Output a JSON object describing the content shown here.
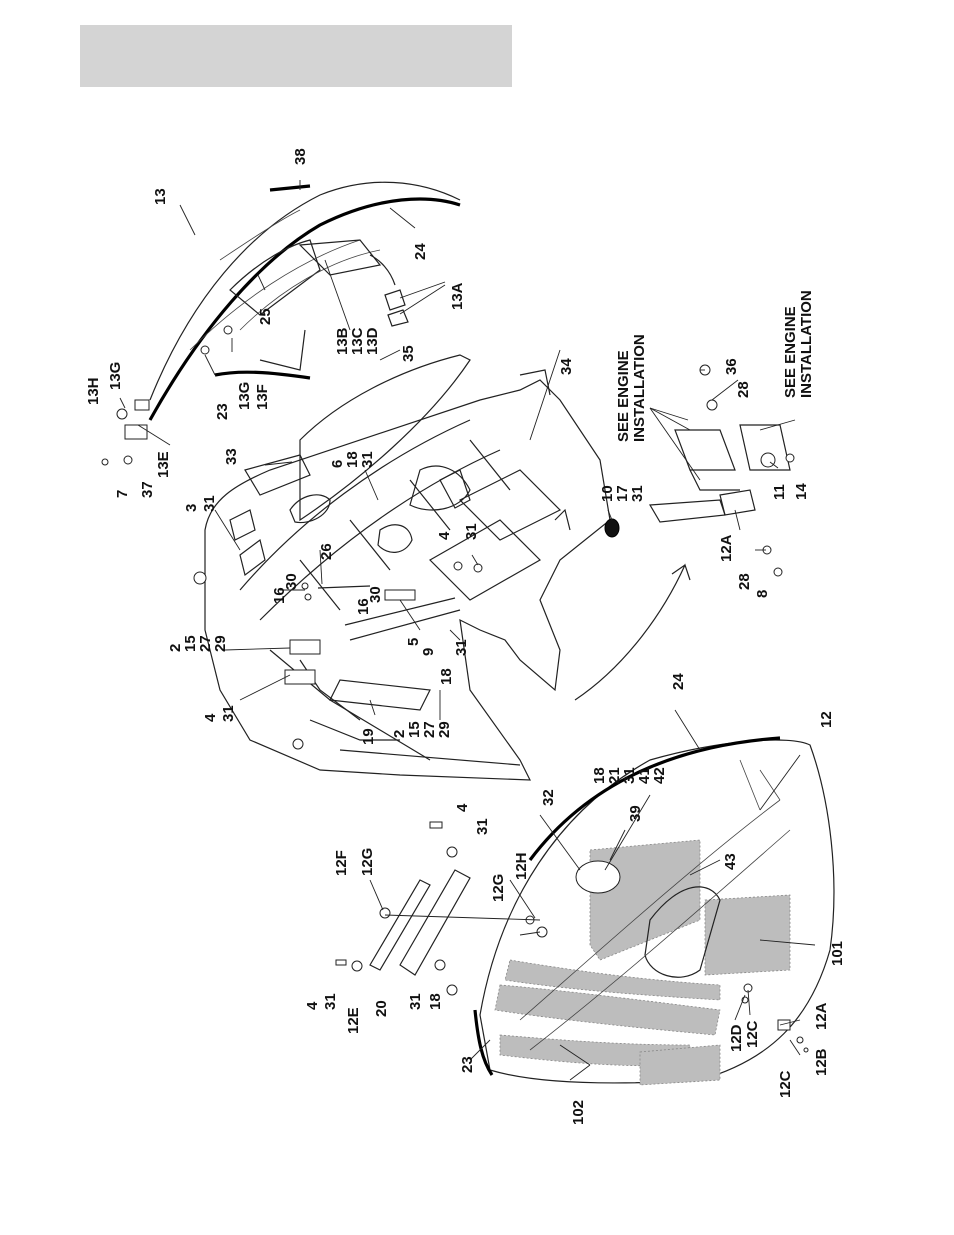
{
  "labels": {
    "l_13": "13",
    "l_38": "38",
    "l_24_top": "24",
    "l_13a": "13A",
    "l_13b": "13B",
    "l_13c": "13C",
    "l_13d": "13D",
    "l_25": "25",
    "l_13h": "13H",
    "l_13g_a": "13G",
    "l_13e": "13E",
    "l_7": "7",
    "l_37": "37",
    "l_23_top": "23",
    "l_13g_b": "13G",
    "l_13f": "13F",
    "l_35": "35",
    "l_34": "34",
    "l_33": "33",
    "l_6": "6",
    "l_18_a": "18",
    "l_31_a": "31",
    "l_3": "3",
    "l_31_b": "31",
    "l_4_a": "4",
    "l_31_c": "31",
    "l_26": "26",
    "l_16_a": "16",
    "l_30_a": "30",
    "l_16_b": "16",
    "l_30_b": "30",
    "l_5": "5",
    "l_9": "9",
    "l_31_d": "31",
    "l_18_b": "18",
    "l_2_a": "2",
    "l_15_a": "15",
    "l_27_a": "27",
    "l_29_a": "29",
    "l_4_b": "4",
    "l_31_e": "31",
    "l_19": "19",
    "l_2_b": "2",
    "l_15_b": "15",
    "l_27_b": "27",
    "l_29_b": "29",
    "l_see_engine_1": "SEE ENGINE",
    "l_installation_1": "INSTALLATION",
    "l_see_engine_2": "SEE ENGINE",
    "l_installation_2": "INSTALLATION",
    "l_36": "36",
    "l_28_a": "28",
    "l_10": "10",
    "l_17": "17",
    "l_31_f": "31",
    "l_11": "11",
    "l_14": "14",
    "l_12a_a": "12A",
    "l_28_b": "28",
    "l_8": "8",
    "l_24_bot": "24",
    "l_12": "12",
    "l_18_c": "18",
    "l_21": "21",
    "l_31_g": "31",
    "l_41": "41",
    "l_42": "42",
    "l_39": "39",
    "l_32": "32",
    "l_43": "43",
    "l_101": "101",
    "l_12f": "12F",
    "l_12g_a": "12G",
    "l_4_c": "4",
    "l_31_h": "31",
    "l_12g_b": "12G",
    "l_12h": "12H",
    "l_4_d": "4",
    "l_31_i": "31",
    "l_12e": "12E",
    "l_20": "20",
    "l_31_j": "31",
    "l_18_d": "18",
    "l_23_bot": "23",
    "l_102": "102",
    "l_12d": "12D",
    "l_12c_a": "12C",
    "l_12c_b": "12C",
    "l_12b": "12B",
    "l_12a_b": "12A"
  }
}
